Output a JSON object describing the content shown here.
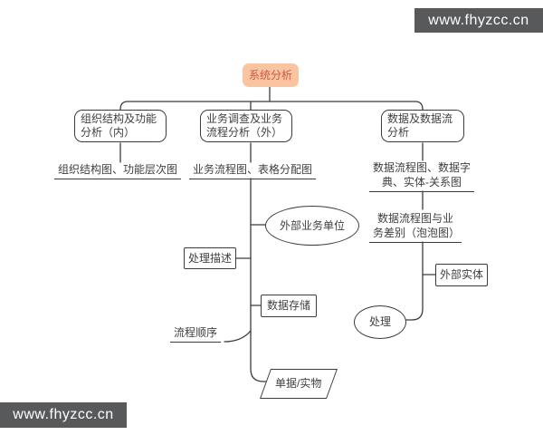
{
  "watermark": {
    "url_text": "www.fhyzcc.cn"
  },
  "colors": {
    "root_fill": "#f9c49f",
    "root_text": "#cd5948",
    "line": "#3c3c3c",
    "text": "#3f3f3f",
    "watermark_bg": "#58595b",
    "watermark_text": "#ffffff",
    "background": "#ffffff"
  },
  "diagram": {
    "type": "mind-map",
    "nodes": {
      "root": "系统分析",
      "org_box": "组织结构及功能分析（内）",
      "org_item": "组织结构图、功能层次图",
      "biz_box": "业务调查及业务流程分析（外）",
      "biz_item": "业务流程图、表格分配图",
      "ext_unit": "外部业务单位",
      "proc_desc": "处理描述",
      "data_store": "数据存储",
      "flow_seq": "流程顺序",
      "doc_item": "单据/实物",
      "data_box": "数据及数据流分析",
      "data_item1": "数据流程图、数据字典、实体-关系图",
      "data_item2": "数据流程图与业务差别（泡泡图）",
      "ext_entity": "外部实体",
      "process": "处理"
    }
  }
}
